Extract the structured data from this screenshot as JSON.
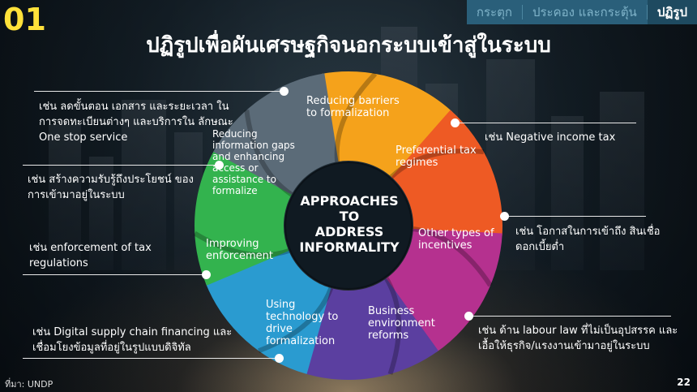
{
  "slide_number": "01",
  "tabs": [
    "กระตุก",
    "ประคอง และกระตุ้น",
    "ปฏิรูป"
  ],
  "title": "ปฏิรูปเพื่อผันเศรษฐกิจนอกระบบเข้าสู่ในระบบ",
  "center_text": [
    "APPROACHES",
    "TO",
    "ADDRESS",
    "INFORMALITY"
  ],
  "segments": [
    {
      "label": "Reducing barriers to formalization",
      "color": "#f5a21b"
    },
    {
      "label": "Preferential tax regimes",
      "color": "#ee5a24"
    },
    {
      "label": "Other types of incentives",
      "color": "#b5318f"
    },
    {
      "label": "Business environment reforms",
      "color": "#5b3fa0"
    },
    {
      "label": "Using technology to drive formalization",
      "color": "#2a9bd0"
    },
    {
      "label": "Improving enforcement",
      "color": "#33b34e"
    },
    {
      "label": "Reducing information gaps and enhancing access or assistance to formalize",
      "color": "#5b6b78"
    }
  ],
  "notes": [
    {
      "text": "เช่น ลดขั้นตอน เอกสาร และระยะเวลา ในการจดทะเบียนต่างๆ และบริการใน ลักษณะ One stop service"
    },
    {
      "text": "เช่น Negative income tax"
    },
    {
      "text": "เช่น สร้างความรับรู้ถึงประโยชน์ ของการเข้ามาอยู่ในระบบ"
    },
    {
      "text": "เช่น โอกาสในการเข้าถึง สินเชื่อดอกเบี้ยต่ำ"
    },
    {
      "text": "เช่น enforcement of tax regulations"
    },
    {
      "text": "เช่น ด้าน labour law ที่ไม่เป็นอุปสรรค และเอื้อให้ธุรกิจ/แรงงานเข้ามาอยู่ในระบบ"
    },
    {
      "text": "เช่น Digital supply chain financing และเชื่อมโยงข้อมูลที่อยู่ในรูปแบบดิจิทัล"
    }
  ],
  "source": "ที่มา: UNDP",
  "page_number": "22"
}
